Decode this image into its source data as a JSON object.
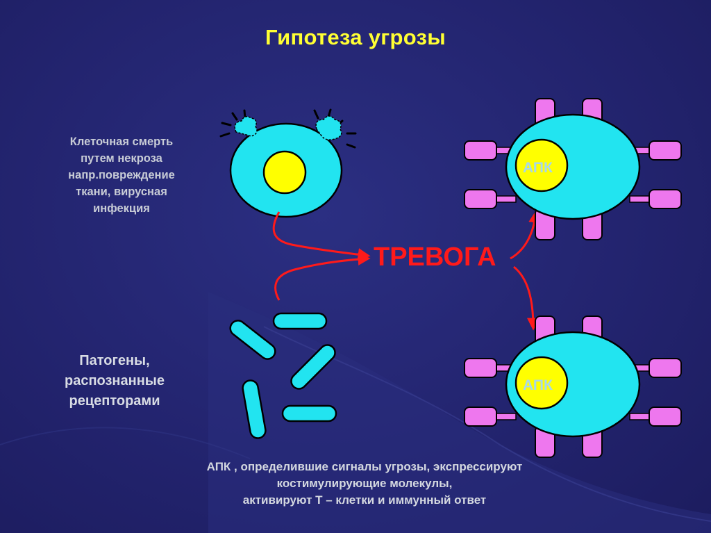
{
  "title": "Гипотеза угрозы",
  "necrosis_caption": {
    "lines": [
      "Клеточная смерть",
      "путем некроза",
      "напр.повреждение",
      "ткани, вирусная",
      "инфекция"
    ]
  },
  "pathogens_caption": {
    "lines": [
      "Патогены,",
      "распознанные",
      "рецепторами"
    ]
  },
  "alarm_label": "ТРЕВОГА",
  "apc_label": "АПК",
  "bottom_caption": {
    "lines": [
      "АПК , определившие сигналы угрозы, экспрессируют",
      "костимулирующие молекулы,",
      "активируют Т – клетки и иммунный ответ"
    ]
  },
  "colors": {
    "title": "#ffff33",
    "cell_body": "#22e4f0",
    "nucleus": "#ffff00",
    "receptor": "#ee77ee",
    "arrow": "#ff1a1a",
    "alarm": "#ff1a1a"
  }
}
